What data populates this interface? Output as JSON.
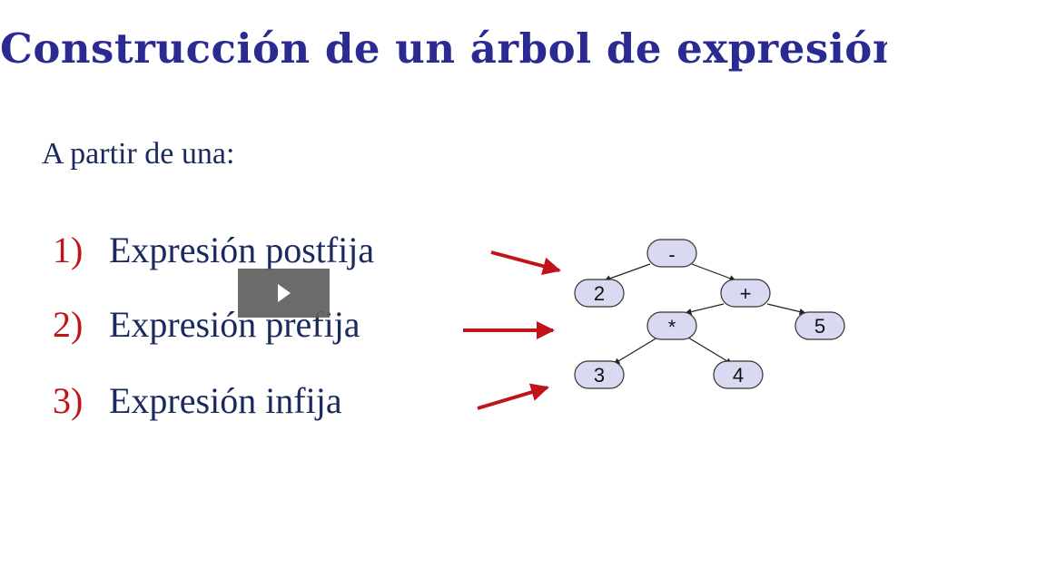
{
  "slide": {
    "title": "Construcción de un árbol de expresión",
    "subtitle": "A partir de una:",
    "items": [
      {
        "number": "1)",
        "label": "Expresión postfija"
      },
      {
        "number": "2)",
        "label": "Expresión prefija"
      },
      {
        "number": "3)",
        "label": "Expresión infija"
      }
    ],
    "play_icon": "play-icon"
  },
  "tree": {
    "nodes": [
      "-",
      "2",
      "+",
      "*",
      "5",
      "3",
      "4"
    ]
  },
  "colors": {
    "title": "#2b2a92",
    "text": "#1a2a5e",
    "number": "#c0141a",
    "arrow": "#c0141a",
    "node_fill": "#d9d9f2",
    "node_stroke": "#333333",
    "play_bg": "#5f5f5f"
  }
}
